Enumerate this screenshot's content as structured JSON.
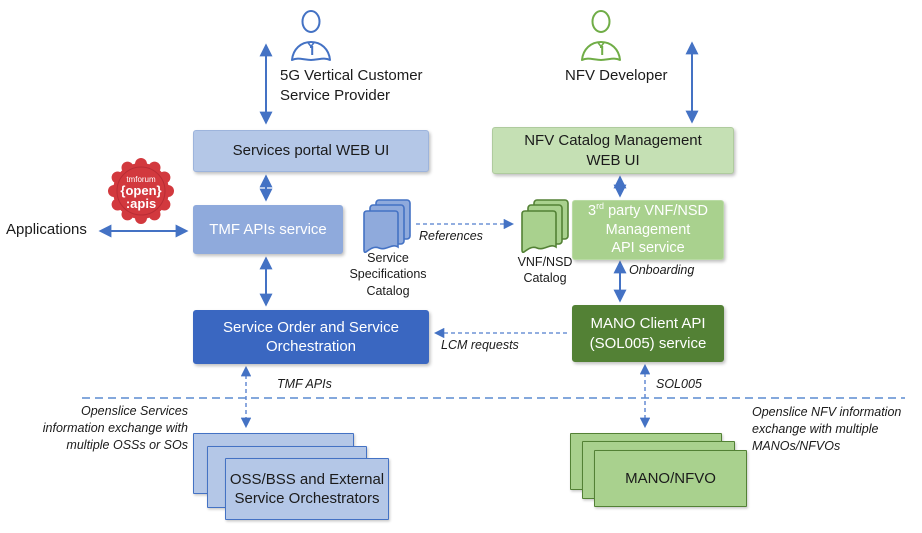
{
  "actors": {
    "customer": "5G Vertical Customer\nService Provider",
    "developer": "NFV Developer"
  },
  "badge": {
    "line1": "tmforum",
    "line2": "{open}",
    "line3": ":apis"
  },
  "nodes": {
    "services_portal": "Services portal WEB UI",
    "tmf_apis": "TMF APIs service",
    "service_order": "Service Order and Service\nOrchestration",
    "nfv_catalog": "NFV Catalog Management\nWEB UI",
    "third_party": {
      "l1a": "3",
      "l1sup": "rd",
      "l1b": " party VNF/NSD",
      "l2": "Management",
      "l3": "API service"
    },
    "mano_client": "MANO Client API\n(SOL005) service",
    "oss_bss": "OSS/BSS and External\nService Orchestrators",
    "mano_nfvo": "MANO/NFVO"
  },
  "catalogs": {
    "service_spec": "Service\nSpecifications\nCatalog",
    "vnf_nsd": "VNF/NSD\nCatalog"
  },
  "edge_labels": {
    "references": "References",
    "onboarding": "Onboarding",
    "lcm": "LCM requests",
    "tmf": "TMF APIs",
    "sol005": "SOL005"
  },
  "side_labels": {
    "applications": "Applications",
    "left_note": "Openslice Services\ninformation exchange with\nmultiple OSSs or SOs",
    "right_note": "Openslice NFV information\nexchange with multiple\nMANOs/NFVOs"
  },
  "colors": {
    "accent_blue": "#4472C4",
    "light_blue": "#B4C7E7",
    "mid_blue": "#8FAADC",
    "dark_blue": "#3A67C1",
    "dashed_blue": "#6F93D6",
    "light_green": "#C5E0B4",
    "mid_green": "#A9D18E",
    "dark_green": "#538135",
    "accent_green": "#70AD47",
    "badge_red": "#D2393E"
  }
}
